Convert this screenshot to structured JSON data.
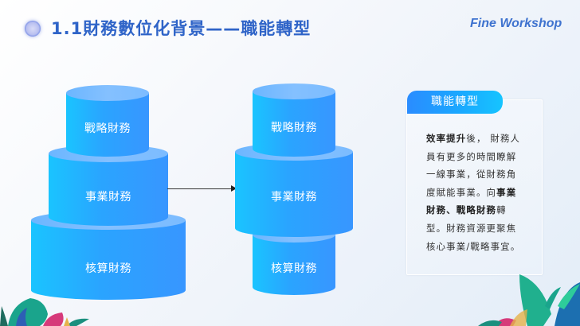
{
  "header": {
    "title": "1.1財務數位化背景——職能轉型",
    "brand": "Fine Workshop"
  },
  "colors": {
    "title": "#2f64c8",
    "brand": "#3f73cf",
    "cylinder_side_start": "#1ac4ff",
    "cylinder_side_end": "#3896ff",
    "cylinder_top": "#84c0ff",
    "tab_start": "#2a8cff",
    "tab_end": "#16c4ff"
  },
  "left_stack": {
    "tiers": [
      {
        "label": "戰略財務"
      },
      {
        "label": "事業財務"
      },
      {
        "label": "核算財務"
      }
    ]
  },
  "right_stack": {
    "tiers": [
      {
        "label": "戰略財務"
      },
      {
        "label": "事業財務"
      },
      {
        "label": "核算財務"
      }
    ]
  },
  "info_card": {
    "title": "職能轉型",
    "segments": [
      {
        "text": "效率提升",
        "bold": true
      },
      {
        "text": "後， 財務人員有更多的時間瞭解一線事業，從財務角度賦能事業。向",
        "bold": false
      },
      {
        "text": "事業財務、戰略財務",
        "bold": true
      },
      {
        "text": "轉型。財務資源更聚焦核心事業/戰略事宜。",
        "bold": false
      }
    ]
  }
}
